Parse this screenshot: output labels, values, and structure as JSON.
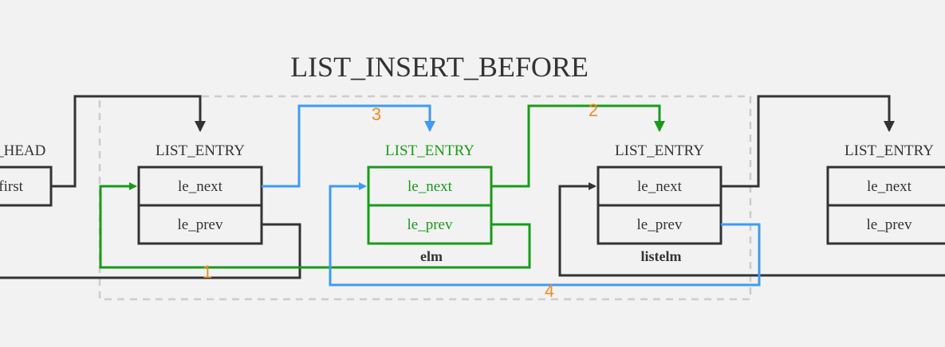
{
  "title": "LIST_INSERT_BEFORE",
  "head": {
    "label": "LIST_HEAD",
    "field": "lh_first"
  },
  "nodes": [
    {
      "label": "LIST_ENTRY",
      "next": "le_next",
      "prev": "le_prev",
      "caption": ""
    },
    {
      "label": "LIST_ENTRY",
      "next": "le_next",
      "prev": "le_prev",
      "caption": "elm"
    },
    {
      "label": "LIST_ENTRY",
      "next": "le_next",
      "prev": "le_prev",
      "caption": "listelm"
    },
    {
      "label": "LIST_ENTRY",
      "next": "le_next",
      "prev": "le_prev",
      "caption": ""
    }
  ],
  "steps": [
    "1",
    "2",
    "3",
    "4"
  ],
  "colors": {
    "background": "#f2f2f2",
    "dark": "#333333",
    "green": "#1a9a1a",
    "blue": "#3d9bf5",
    "orange": "#f08a24",
    "dashed": "#cccccc"
  }
}
